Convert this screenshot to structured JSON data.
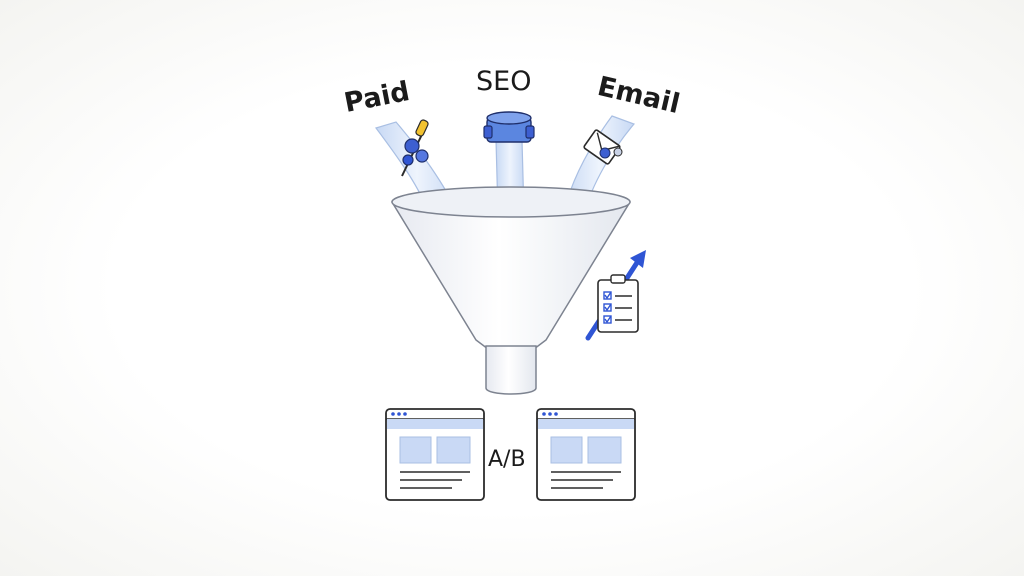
{
  "labels": {
    "paid": "Paid",
    "seo": "SEO",
    "email": "Email",
    "ab_test": "A/B"
  },
  "colors": {
    "accent_blue": "#2f55d4",
    "light_blue": "#c9d9f5",
    "stream_blue": "#dbe7fa",
    "outline": "#2b2b2b"
  },
  "icons": [
    "tools-icon",
    "database-icon",
    "envelope-icon",
    "growth-arrow-icon",
    "checklist-icon",
    "browser-window-icon"
  ]
}
